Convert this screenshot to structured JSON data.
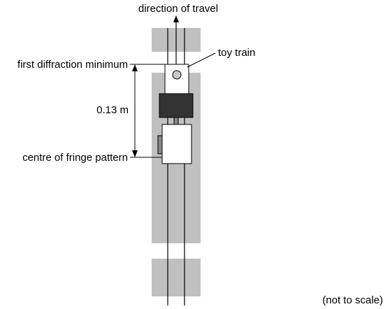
{
  "labels": {
    "direction": "direction of travel",
    "toy_train": "toy train",
    "first_min": "first diffraction minimum",
    "centre": "centre of fringe pattern",
    "distance": "0.13 m",
    "scale_note": "(not to scale)"
  },
  "colors": {
    "fringe_band": "#c0c0c0",
    "rail": "#000000",
    "engine_cab": "#333333",
    "lamp": "#c8c8c8"
  }
}
